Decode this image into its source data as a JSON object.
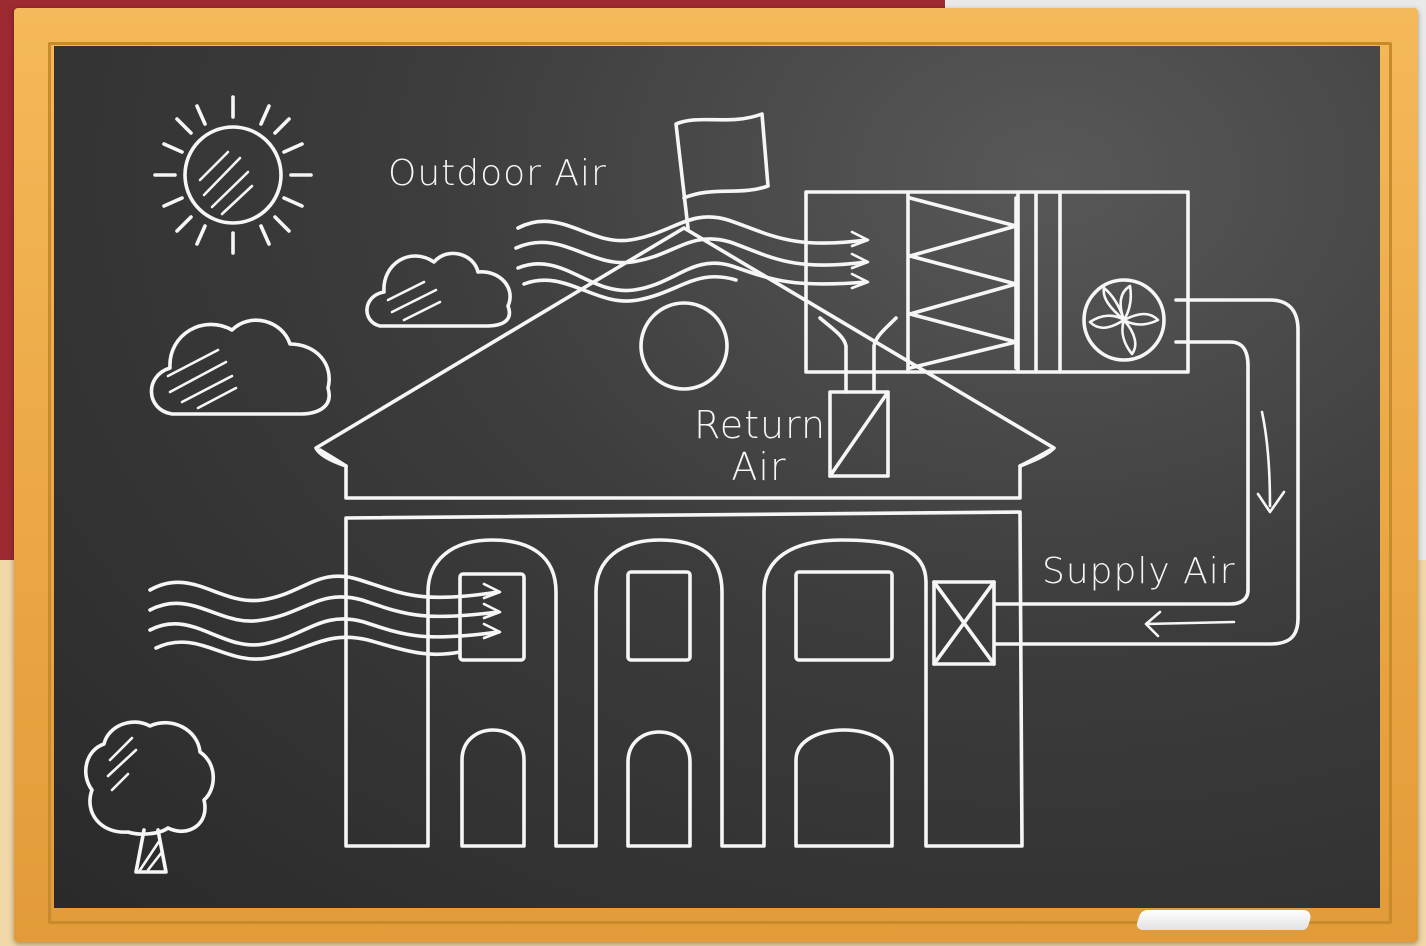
{
  "labels": {
    "outdoor_air": "Outdoor Air",
    "return_air_line1": "Return",
    "return_air_line2": "Air",
    "supply_air": "Supply Air"
  },
  "colors": {
    "chalk": "#f6f6f6",
    "board": "#3c3c3c",
    "frame": "#eca946",
    "wall_red": "#9c2a30"
  },
  "icons": [
    "sun-icon",
    "cloud-icon",
    "tree-icon",
    "flag-icon",
    "fan-icon",
    "damper-icon"
  ]
}
